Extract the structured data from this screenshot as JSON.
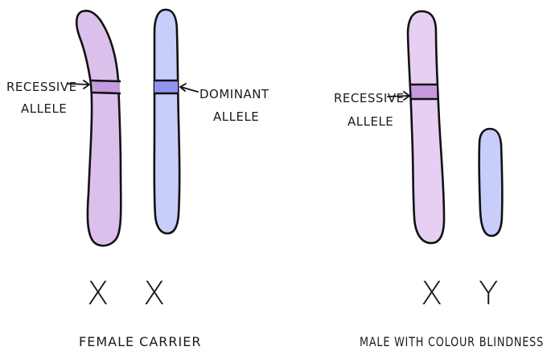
{
  "colors": {
    "x_chromosome": "#dcc0ec",
    "x_chromosome_light": "#e6cff2",
    "y_chromosome": "#c9cdfa",
    "recessive_band": "#c59ade",
    "dominant_band": "#8f93f0",
    "outline": "#111111"
  },
  "female_carrier": {
    "left_label_line1": "RECESSIVE",
    "left_label_line2": "ALLELE",
    "right_label_line1": "DOMINANT",
    "right_label_line2": "ALLELE",
    "chromosome_letter_1": "X",
    "chromosome_letter_2": "X",
    "caption": "FEMALE CARRIER"
  },
  "male_colour_blind": {
    "label_line1": "RECESSIVE",
    "label_line2": "ALLELE",
    "chromosome_letter_1": "X",
    "chromosome_letter_2": "Y",
    "caption": "MALE WITH COLOUR BLINDNESS"
  }
}
